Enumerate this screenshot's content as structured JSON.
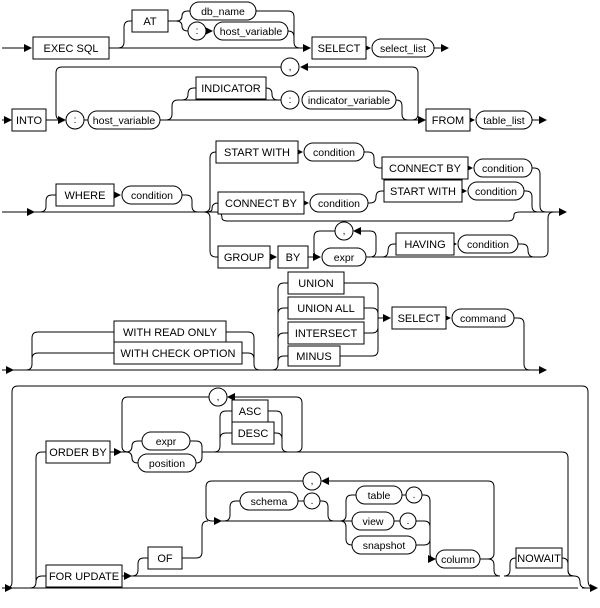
{
  "labels": {
    "exec_sql": "EXEC SQL",
    "at": "AT",
    "db_name": "db_name",
    "colon": ":",
    "host_variable": "host_variable",
    "select": "SELECT",
    "select_list": "select_list",
    "into": "INTO",
    "comma": ",",
    "indicator": "INDICATOR",
    "indicator_variable": "indicator_variable",
    "from": "FROM",
    "table_list": "table_list",
    "where": "WHERE",
    "condition": "condition",
    "start_with": "START WITH",
    "connect_by": "CONNECT BY",
    "group": "GROUP",
    "by": "BY",
    "expr": "expr",
    "having": "HAVING",
    "with_read_only": "WITH READ ONLY",
    "with_check_option": "WITH CHECK OPTION",
    "union": "UNION",
    "union_all": "UNION ALL",
    "intersect": "INTERSECT",
    "minus": "MINUS",
    "command": "command",
    "order_by": "ORDER BY",
    "position": "position",
    "asc": "ASC",
    "desc": "DESC",
    "for_update": "FOR UPDATE",
    "of": "OF",
    "schema": "schema",
    "period": ".",
    "table": "table",
    "view": "view",
    "snapshot": "snapshot",
    "column": "column",
    "nowait": "NOWAIT"
  },
  "diagram": {
    "type": "railroad-syntax-diagram",
    "colors": {
      "line": "#000000",
      "background": "#ffffff"
    },
    "rows": [
      "EXEC SQL [ AT { db_name | : host_variable } ] SELECT select_list",
      "INTO : host_variable [ [ INDICATOR ] : indicator_variable ] , ... FROM table_list",
      "[ WHERE condition ] [ START WITH condition CONNECT BY condition | CONNECT BY condition START WITH condition | GROUP BY expr , ... [ HAVING condition ] ]",
      "[ WITH READ ONLY | WITH CHECK OPTION ] [ { UNION | UNION ALL | INTERSECT | MINUS } SELECT command ]",
      "[ ORDER BY { expr | position } [ ASC | DESC ] , ... ]",
      "[ FOR UPDATE [ OF [ [ schema . ] { table . | view . | snapshot } ] column , ... ] [ NOWAIT ] ]"
    ]
  }
}
